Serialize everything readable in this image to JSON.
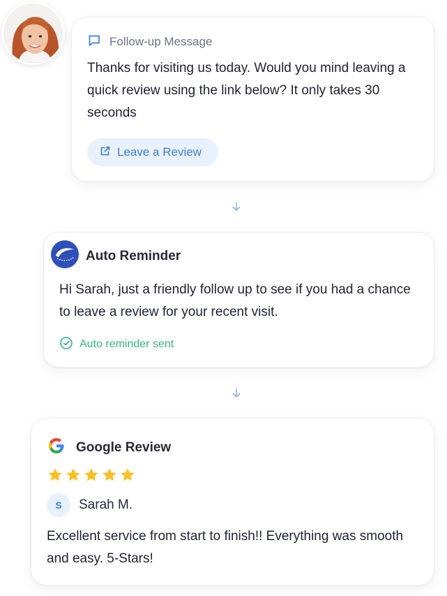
{
  "colors": {
    "accent_blue": "#3b7fd6",
    "button_bg": "#e9f1fc",
    "success_green": "#36b37e",
    "star_gold": "#fbbf24",
    "muted_text": "#6b7386"
  },
  "followup": {
    "header_label": "Follow-up Message",
    "header_icon": "chat-bubble-icon",
    "message": "Thanks for visiting us today. Would you mind leaving a quick review using the link below? It only takes 30 seconds",
    "button_label": "Leave a Review",
    "button_icon": "external-link-icon"
  },
  "reminder": {
    "title": "Auto Reminder",
    "logo": "company-logo-icon",
    "message": "Hi Sarah, just a friendly follow up to see if you had a chance to leave a review for your recent visit.",
    "status": "Auto reminder sent",
    "status_icon": "check-circle-icon"
  },
  "review": {
    "title": "Google Review",
    "logo": "google-logo-icon",
    "rating": 5,
    "rating_max": 5,
    "reviewer_initial": "S",
    "reviewer_name": "Sarah M.",
    "text": "Excellent service from start to finish!! Everything was smooth and easy. 5-Stars!"
  }
}
